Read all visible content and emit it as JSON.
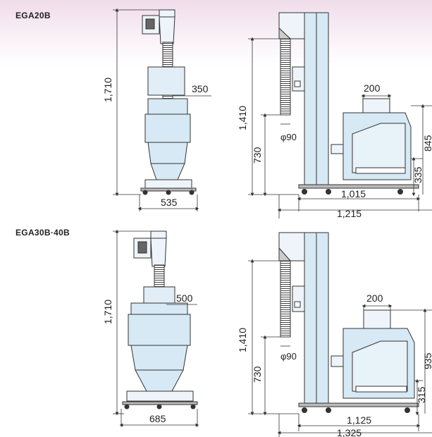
{
  "sections": [
    {
      "model": "EGA20B",
      "front": {
        "height_total": "1,710",
        "width_top": "350",
        "width_base": "535"
      },
      "side": {
        "height_feed": "1,410",
        "height_outlet": "730",
        "pipe": "φ90",
        "width_hopper": "200",
        "height_body": "845",
        "height_low": "335",
        "depth_inner": "1,015",
        "depth_total": "1,215"
      }
    },
    {
      "model": "EGA30B·40B",
      "front": {
        "height_total": "1,710",
        "width_top": "500",
        "width_base": "685"
      },
      "side": {
        "height_feed": "1,410",
        "height_outlet": "730",
        "pipe": "φ90",
        "width_hopper": "200",
        "height_body": "935",
        "height_low": "315",
        "depth_inner": "1,125",
        "depth_total": "1,325"
      }
    }
  ],
  "colors": {
    "body": "#d6e9f5",
    "line": "#333333",
    "dark": "#555555",
    "header_bg": "#f0dcea"
  }
}
